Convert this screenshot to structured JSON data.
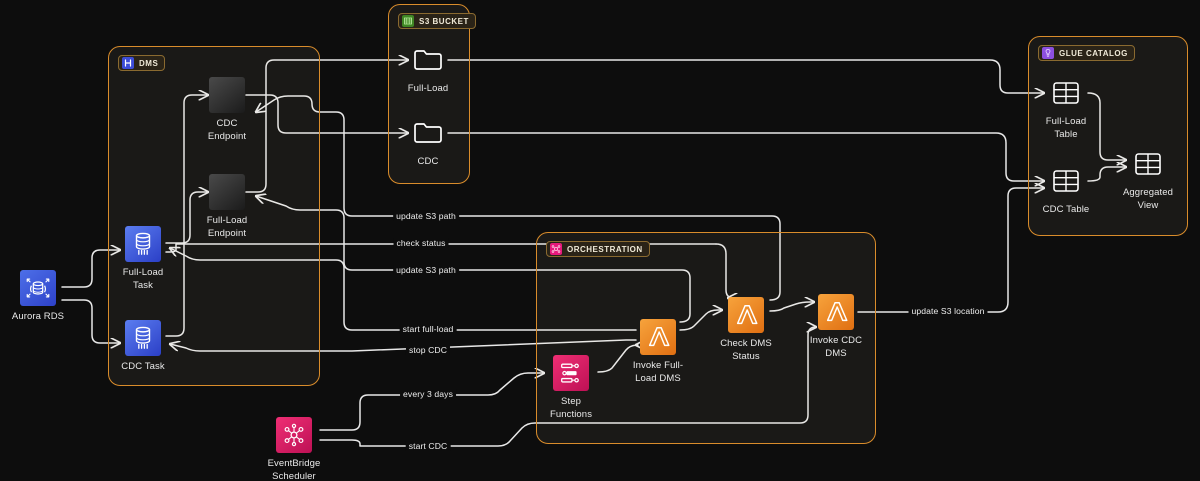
{
  "diagram": {
    "title": "AWS DMS to S3 to Glue Catalog pipeline",
    "background": "#0d0d0d",
    "edge_color": "#e8e8e8",
    "group_border_color": "#d98c2b"
  },
  "groups": [
    {
      "id": "dms",
      "label": "DMS",
      "icon": "dms-icon",
      "icon_color": "#3c4cd6"
    },
    {
      "id": "s3",
      "label": "S3 BUCKET",
      "icon": "s3-bucket-icon",
      "icon_color": "#3f8624"
    },
    {
      "id": "glue",
      "label": "GLUE CATALOG",
      "icon": "glue-catalog-icon",
      "icon_color": "#8c4fe0"
    },
    {
      "id": "orchestration",
      "label": "ORCHESTRATION",
      "icon": "orchestration-icon",
      "icon_color": "#e7197b"
    }
  ],
  "nodes": {
    "aurora_rds": {
      "label": "Aurora RDS",
      "icon": "aurora-rds-icon"
    },
    "full_load_task": {
      "label": "Full-Load\nTask",
      "icon": "dms-task-icon"
    },
    "cdc_task": {
      "label": "CDC Task",
      "icon": "dms-task-icon"
    },
    "cdc_endpoint": {
      "label": "CDC\nEndpoint",
      "icon": "dms-endpoint-icon"
    },
    "full_load_endpoint": {
      "label": "Full-Load\nEndpoint",
      "icon": "dms-endpoint-icon"
    },
    "s3_full_load": {
      "label": "Full-Load",
      "icon": "folder-icon"
    },
    "s3_cdc": {
      "label": "CDC",
      "icon": "folder-icon"
    },
    "full_load_table": {
      "label": "Full-Load\nTable",
      "icon": "glue-table-icon"
    },
    "cdc_table": {
      "label": "CDC Table",
      "icon": "glue-table-icon"
    },
    "aggregated_view": {
      "label": "Aggregated\nView",
      "icon": "glue-table-icon"
    },
    "step_functions": {
      "label": "Step\nFunctions",
      "icon": "step-functions-icon"
    },
    "invoke_full_load": {
      "label": "Invoke Full-\nLoad DMS",
      "icon": "lambda-icon"
    },
    "check_dms_status": {
      "label": "Check DMS\nStatus",
      "icon": "lambda-icon"
    },
    "invoke_cdc_dms": {
      "label": "Invoke CDC\nDMS",
      "icon": "lambda-icon"
    },
    "eventbridge": {
      "label": "EventBridge\nScheduler",
      "icon": "eventbridge-scheduler-icon"
    }
  },
  "edge_labels": {
    "update_s3_path_1": "update S3 path",
    "check_status": "check status",
    "update_s3_path_2": "update S3 path",
    "start_full_load": "start full-load",
    "stop_cdc": "stop CDC",
    "every_3_days": "every 3 days",
    "start_cdc": "start CDC",
    "update_s3_location": "update S3 location"
  }
}
